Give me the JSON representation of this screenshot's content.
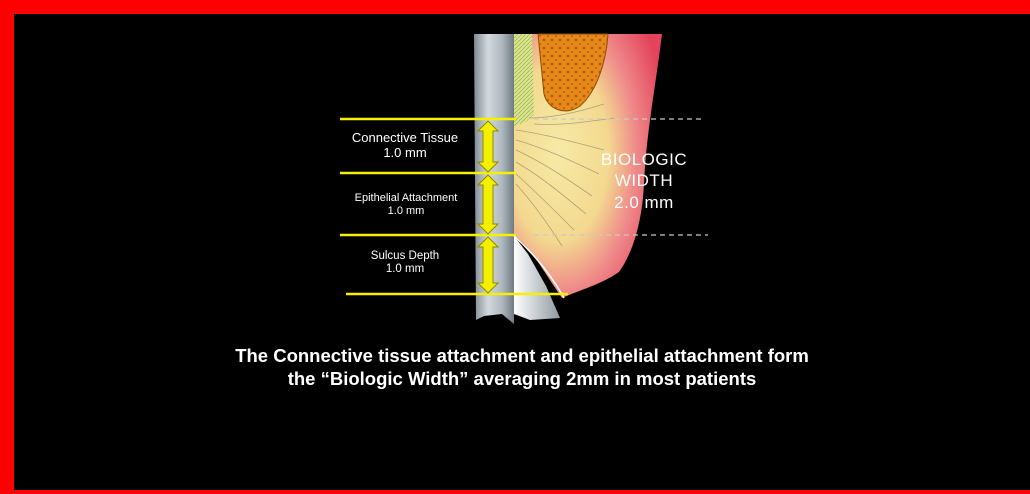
{
  "zones": [
    {
      "name": "Connective Tissue",
      "value": "1.0 mm"
    },
    {
      "name": "Epithelial Attachment",
      "value": "1.0 mm"
    },
    {
      "name": "Sulcus Depth",
      "value": "1.0 mm"
    }
  ],
  "biologic_width": {
    "line1": "BIOLOGIC",
    "line2": "WIDTH",
    "line3": "2.0 mm"
  },
  "caption": {
    "line1": "The Connective tissue attachment and epithelial attachment form",
    "line2": "the “Biologic Width” averaging 2mm in most patients"
  },
  "colors": {
    "frame": "#ff0000",
    "background": "#000000",
    "measure_lines": "#f5f000",
    "gingiva": "#e9566a",
    "connective_tissue": "#f4e6a0",
    "bone": "#e07d10",
    "tooth": "#b9c3c9"
  }
}
